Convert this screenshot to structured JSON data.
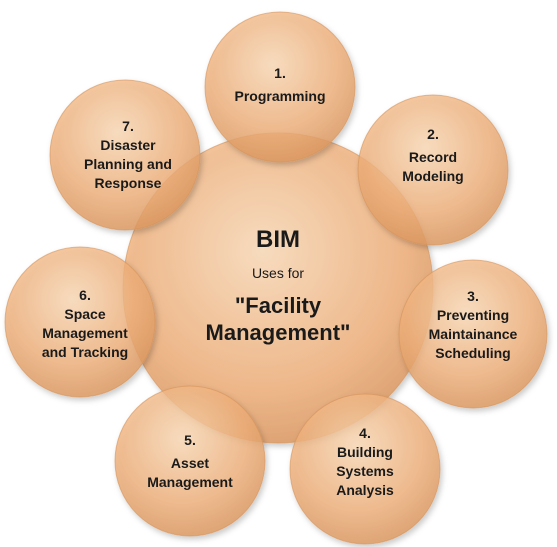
{
  "center": {
    "title": "BIM",
    "subtitle": "Uses for",
    "main_line1": "\"Facility",
    "main_line2": "Management\""
  },
  "nodes": [
    {
      "number": "1.",
      "lines": [
        "Programming"
      ]
    },
    {
      "number": "2.",
      "lines": [
        "Record",
        "Modeling"
      ]
    },
    {
      "number": "3.",
      "lines": [
        "Preventing",
        "Maintainance",
        "Scheduling"
      ]
    },
    {
      "number": "4.",
      "lines": [
        "Building",
        "Systems",
        "Analysis"
      ]
    },
    {
      "number": "5.",
      "lines": [
        "Asset",
        "Management"
      ]
    },
    {
      "number": "6.",
      "lines": [
        "Space",
        "Management",
        "and Tracking"
      ]
    },
    {
      "number": "7.",
      "lines": [
        "Disaster",
        "Planning and",
        "Response"
      ]
    }
  ],
  "colors": {
    "circle_fill_light": "#f9d2a8",
    "circle_fill_mid": "#eeab74",
    "circle_fill_dark": "#c98a55",
    "circle_stroke": "#d4935a"
  }
}
